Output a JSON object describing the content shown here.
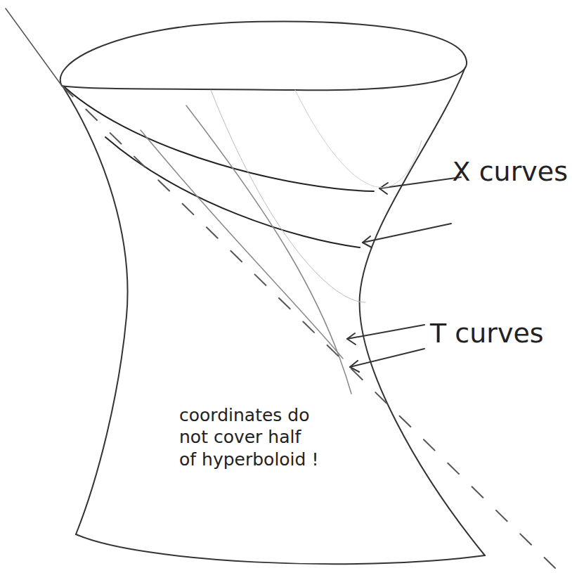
{
  "diagram": {
    "labels": [
      "X curves",
      "T curves",
      "coordinates do not cover half of hyperboloid !"
    ]
  }
}
